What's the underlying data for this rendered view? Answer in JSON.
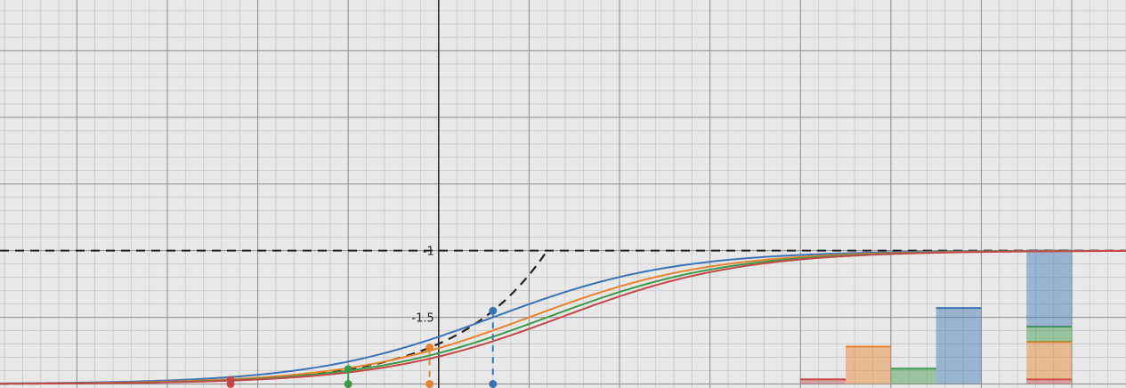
{
  "chart_data": {
    "type": "line",
    "grid": true,
    "xlim": [
      -4.85,
      7.6
    ],
    "ylim": [
      -2.03,
      0.88
    ],
    "y_ticks": [
      {
        "value": -1,
        "label": "-1"
      },
      {
        "value": -1.5,
        "label": "-1.5"
      }
    ],
    "reference_lines": [
      {
        "kind": "horizontal",
        "y": -1,
        "color": "#222222",
        "dashed": true
      },
      {
        "kind": "curve",
        "formula": "exp",
        "color": "#222222",
        "dashed": true,
        "x_range": [
          -4.85,
          1.18
        ]
      }
    ],
    "series": [
      {
        "color": "#3c73b5",
        "k": 1.0,
        "c": 0.6
      },
      {
        "color": "#e8822e",
        "k": 1.0,
        "c": 1.0
      },
      {
        "color": "#3c9a4a",
        "k": 1.0,
        "c": 1.2
      },
      {
        "color": "#c44848",
        "k": 1.0,
        "c": 1.35
      }
    ],
    "points": [
      {
        "x": 0.6,
        "color": "#3c73b5",
        "dashed": true
      },
      {
        "x": -0.1,
        "color": "#e8822e",
        "dashed": true
      },
      {
        "x": -1.0,
        "color": "#3c9a4a",
        "dashed": false
      },
      {
        "x": -2.3,
        "color": "#c44848",
        "dashed": false
      }
    ],
    "bars": [
      {
        "x0": 4.0,
        "x1": 4.5,
        "color": "#c44848",
        "top": -1.965
      },
      {
        "x0": 4.5,
        "x1": 5.0,
        "color": "#e8822e",
        "top": -1.72
      },
      {
        "x0": 5.0,
        "x1": 5.5,
        "color": "#3c9a4a",
        "top": -1.885
      },
      {
        "x0": 5.5,
        "x1": 6.0,
        "color": "#3c73b5",
        "top": -1.43
      }
    ],
    "stacked_bar": {
      "x0": 6.5,
      "x1": 7.0,
      "segments": [
        {
          "color": "#c44848",
          "top": -1.965
        },
        {
          "color": "#e8822e",
          "top": -1.685
        },
        {
          "color": "#3c9a4a",
          "top": -1.57
        },
        {
          "color": "#3c73b5",
          "top": -1.0
        }
      ]
    }
  }
}
